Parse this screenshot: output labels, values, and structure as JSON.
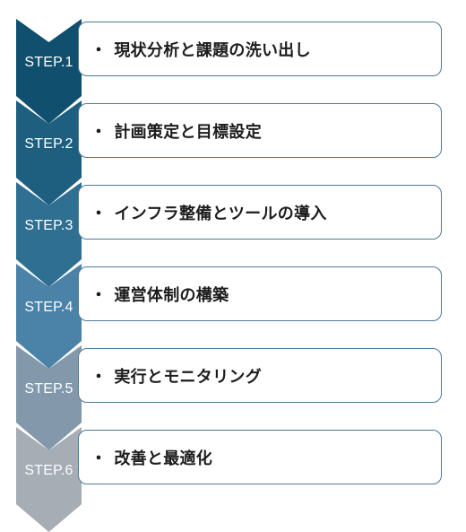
{
  "steps": [
    {
      "label": "STEP.1",
      "text": "現状分析と課題の洗い出し",
      "color": "#10506e"
    },
    {
      "label": "STEP.2",
      "text": "計画策定と目標設定",
      "color": "#1e5f80"
    },
    {
      "label": "STEP.3",
      "text": "インフラ整備とツールの導入",
      "color": "#2f6f92"
    },
    {
      "label": "STEP.4",
      "text": "運営体制の構築",
      "color": "#4a82a8"
    },
    {
      "label": "STEP.5",
      "text": "実行とモニタリング",
      "color": "#8399ab"
    },
    {
      "label": "STEP.6",
      "text": "改善と最適化",
      "color": "#a6adb5"
    }
  ],
  "bullet": "・",
  "card_border_color": "#4d7a98"
}
